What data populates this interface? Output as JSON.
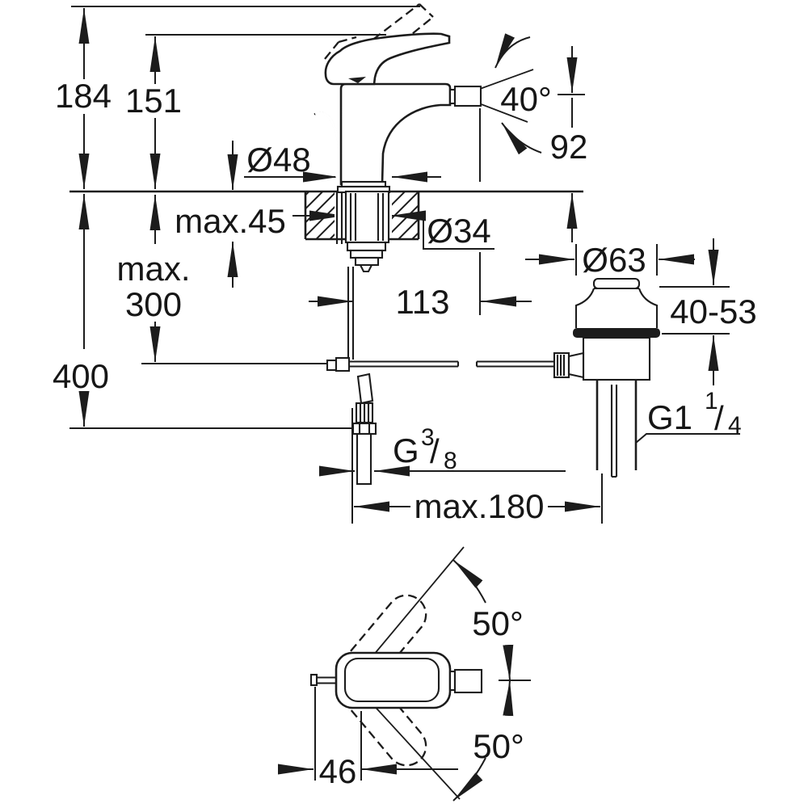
{
  "colors": {
    "ink": "#1c1c1c",
    "background": "#ffffff"
  },
  "side_view": {
    "overall_height": "184",
    "height_to_lever": "151",
    "base_diameter": "Ø48",
    "spout_angle": "40°",
    "spout_height": "92",
    "deck_max_thickness": "max.45",
    "hole_diameter": "Ø34",
    "hose_drop_prefix": "max.",
    "hose_drop_value": "300",
    "supply_length": "400",
    "spout_projection": "113",
    "waste_flange_diameter": "Ø63",
    "waste_clamp_range": "40-53",
    "waste_thread": {
      "prefix": "G1",
      "numerator": "1",
      "slash": "/",
      "denominator": "4"
    },
    "supply_thread": {
      "prefix": "G",
      "numerator": "3",
      "slash": "/",
      "denominator": "8"
    },
    "max_center_distance": "max.180"
  },
  "top_view": {
    "handle_swing_upper": "50°",
    "handle_swing_lower": "50°",
    "rod_offset": "46"
  }
}
